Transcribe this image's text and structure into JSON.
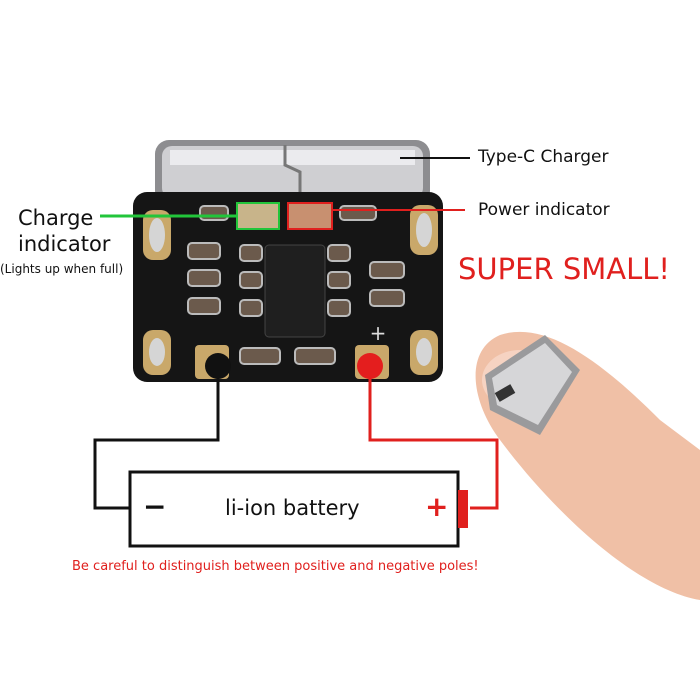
{
  "labels": {
    "type_c": "Type-C Charger",
    "power": "Power indicator",
    "charge_line1": "Charge",
    "charge_line2": "indicator",
    "charge_note": "(Lights up when full)",
    "headline": "SUPER SMALL!",
    "battery": "li-ion battery",
    "minus": "−",
    "plus": "+",
    "warning": "Be careful to distinguish between positive and negative poles!"
  },
  "colors": {
    "green": "#22c53a",
    "red": "#e0201e",
    "board": "#141414",
    "skin": "#f2c2a8"
  }
}
